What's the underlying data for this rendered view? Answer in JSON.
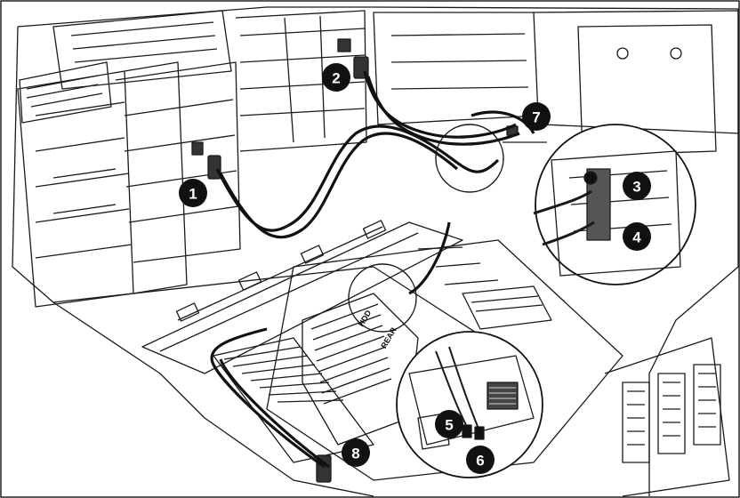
{
  "callouts": [
    {
      "id": "callout-1",
      "label": "1"
    },
    {
      "id": "callout-2",
      "label": "2"
    },
    {
      "id": "callout-3",
      "label": "3"
    },
    {
      "id": "callout-4",
      "label": "4"
    },
    {
      "id": "callout-5",
      "label": "5"
    },
    {
      "id": "callout-6",
      "label": "6"
    },
    {
      "id": "callout-7",
      "label": "7"
    },
    {
      "id": "callout-8",
      "label": "8"
    }
  ],
  "stamps": {
    "heatsink_label_top": "HDD",
    "heatsink_label_bottom": "REAR"
  },
  "colors": {
    "line": "#1a1a1a",
    "callout_fill": "#111111",
    "callout_text": "#ffffff",
    "background": "#ffffff"
  }
}
